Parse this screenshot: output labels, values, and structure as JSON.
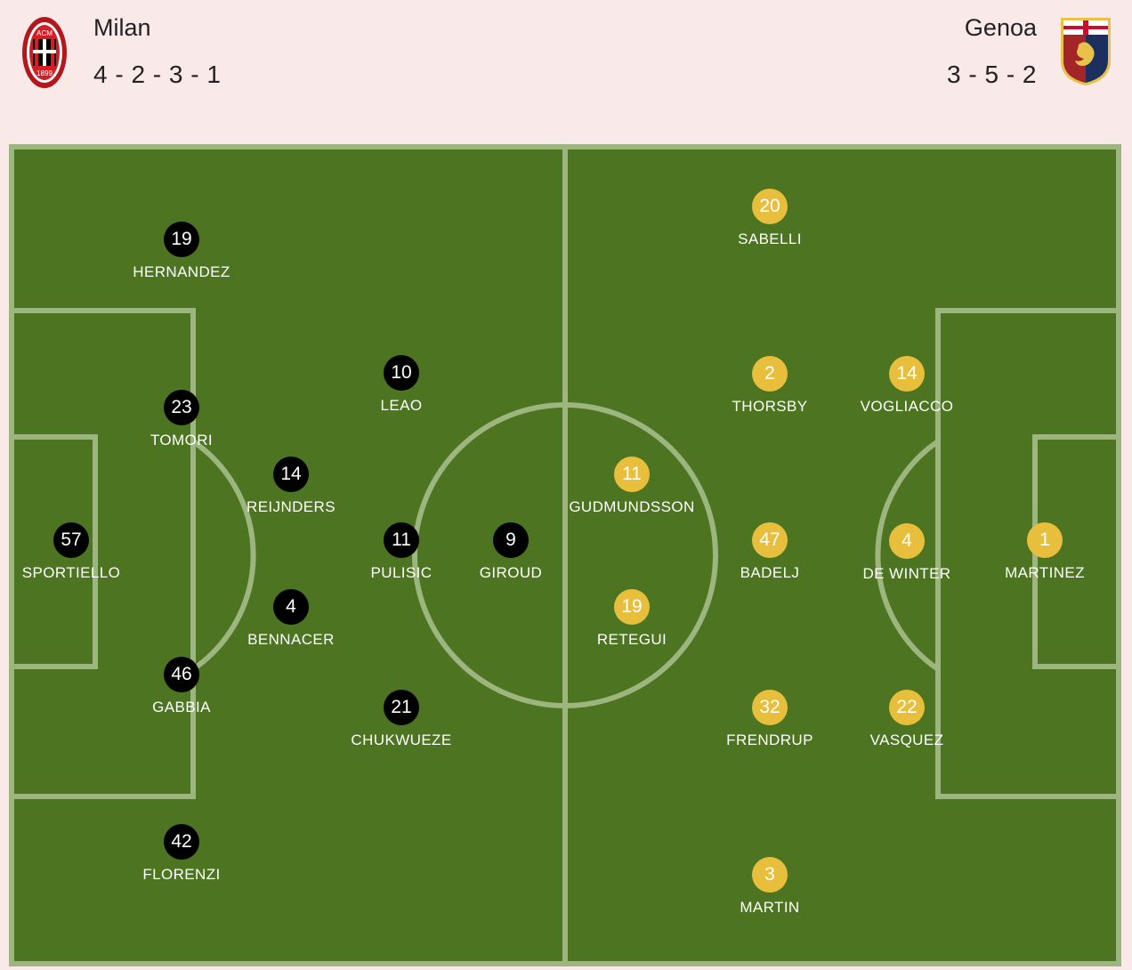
{
  "home": {
    "name": "Milan",
    "formation": "4 - 2 - 3 - 1",
    "crest_icon": "ac-milan-crest-icon",
    "crest_text_top": "ACM",
    "crest_text_bottom": "1899",
    "dot_color": "#000000",
    "players": [
      {
        "number": "57",
        "name": "SPORTIELLO"
      },
      {
        "number": "19",
        "name": "HERNANDEZ"
      },
      {
        "number": "23",
        "name": "TOMORI"
      },
      {
        "number": "46",
        "name": "GABBIA"
      },
      {
        "number": "42",
        "name": "FLORENZI"
      },
      {
        "number": "14",
        "name": "REIJNDERS"
      },
      {
        "number": "4",
        "name": "BENNACER"
      },
      {
        "number": "10",
        "name": "LEAO"
      },
      {
        "number": "11",
        "name": "PULISIC"
      },
      {
        "number": "21",
        "name": "CHUKWUEZE"
      },
      {
        "number": "9",
        "name": "GIROUD"
      }
    ]
  },
  "away": {
    "name": "Genoa",
    "formation": "3 - 5 - 2",
    "crest_icon": "genoa-griffin-crest-icon",
    "dot_color": "#e8bf3d",
    "players": [
      {
        "number": "1",
        "name": "MARTINEZ"
      },
      {
        "number": "14",
        "name": "VOGLIACCO"
      },
      {
        "number": "4",
        "name": "DE WINTER"
      },
      {
        "number": "22",
        "name": "VASQUEZ"
      },
      {
        "number": "20",
        "name": "SABELLI"
      },
      {
        "number": "2",
        "name": "THORSBY"
      },
      {
        "number": "47",
        "name": "BADELJ"
      },
      {
        "number": "32",
        "name": "FRENDRUP"
      },
      {
        "number": "3",
        "name": "MARTIN"
      },
      {
        "number": "11",
        "name": "GUDMUNDSSON"
      },
      {
        "number": "19",
        "name": "RETEGUI"
      }
    ]
  },
  "pitch_color": "#4d7420",
  "line_color": "#9db57e"
}
